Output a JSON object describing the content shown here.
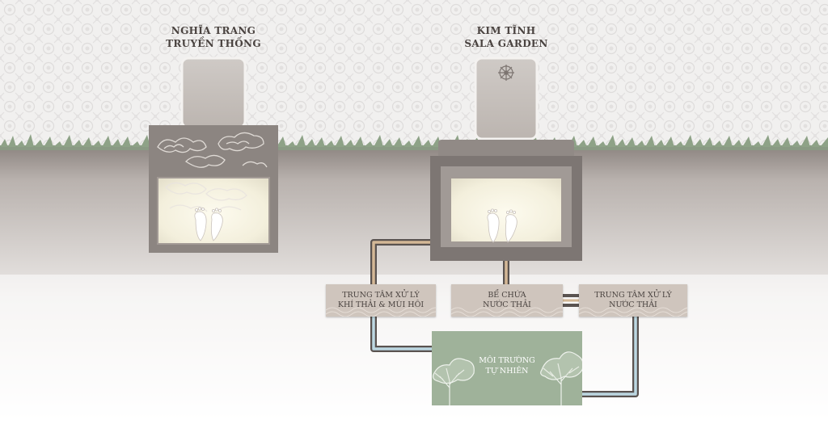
{
  "traditional": {
    "title_line1": "NGHĨA TRANG",
    "title_line2": "TRUYỀN THỐNG"
  },
  "modern": {
    "title_line1": "KIM TĨNH",
    "title_line2": "SALA GARDEN"
  },
  "boxes": {
    "gas": {
      "line1": "TRUNG TÂM XỬ LÝ",
      "line2": "KHÍ THẢI & MÙI HÔI"
    },
    "tank": {
      "line1": "BỂ CHỨA",
      "line2": "NƯỚC THẢI"
    },
    "water": {
      "line1": "TRUNG TÂM XỬ LÝ",
      "line2": "NƯỚC THẢI"
    }
  },
  "nature": {
    "line1": "MÔI TRƯỜNG",
    "line2": "TỰ NHIÊN"
  },
  "colors": {
    "grave_gray": "#8c8581",
    "box_beige": "#cfc5bd",
    "nature_green": "#9fb29a",
    "pipe_dark": "#5a5350",
    "pipe_tan": "#d4b896",
    "pipe_blue": "#bcd8e2",
    "grass": "#8ea287"
  },
  "icons": [
    "cloud-swirls-icon",
    "footprints-icon",
    "dharma-wheel-icon",
    "tree-icon",
    "water-waves-icon"
  ]
}
